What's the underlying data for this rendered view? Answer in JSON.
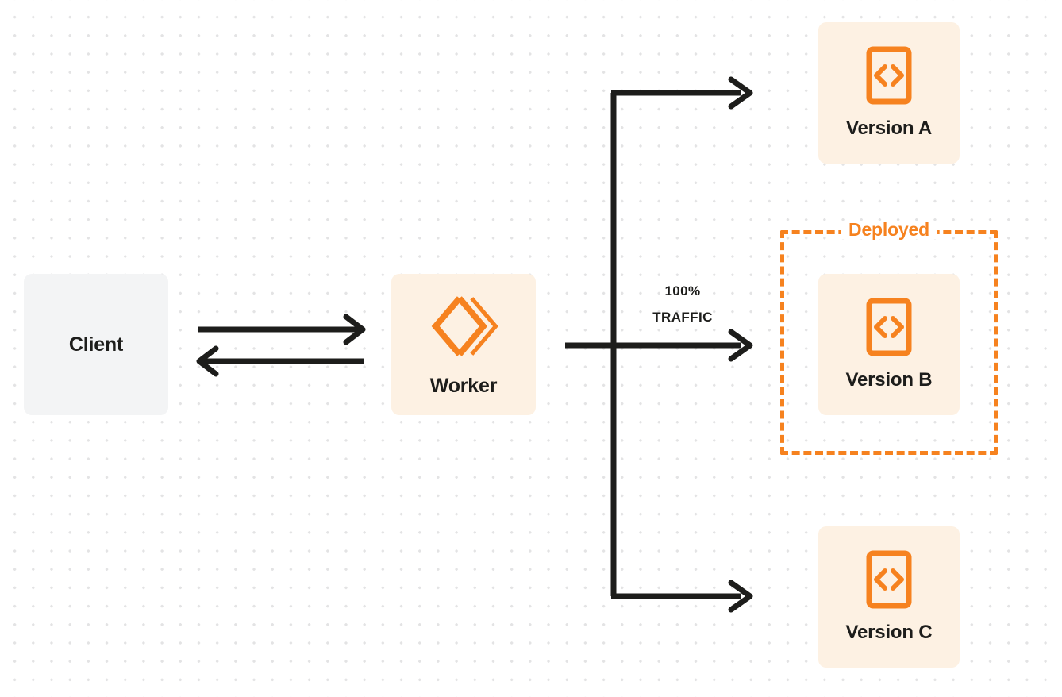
{
  "diagram": {
    "title": "Worker version traffic routing",
    "background": {
      "color": "#ffffff",
      "dot_color": "#e3e3e4"
    },
    "colors": {
      "accent_orange": "#f6821f",
      "card_cream": "#fdf1e3",
      "card_gray": "#f3f4f5",
      "line_dark": "#1d1d1b",
      "text_dark": "#1d1d1b"
    },
    "nodes": {
      "client": {
        "label": "Client",
        "background": "#f3f4f5"
      },
      "worker": {
        "label": "Worker",
        "icon": "cloudflare-workers-logo",
        "background": "#fdf1e3"
      },
      "version_a": {
        "label": "Version A",
        "icon": "code-document-icon",
        "background": "#fdf1e3"
      },
      "version_b": {
        "label": "Version B",
        "icon": "code-document-icon",
        "background": "#fdf1e3"
      },
      "version_c": {
        "label": "Version C",
        "icon": "code-document-icon",
        "background": "#fdf1e3"
      }
    },
    "group": {
      "deployed_label": "Deployed",
      "border_style": "dashed",
      "border_color": "#f6821f"
    },
    "edges": {
      "traffic_percent": "100%",
      "traffic_word": "TRAFFIC",
      "client_to_worker": "request",
      "worker_to_client": "response"
    }
  }
}
